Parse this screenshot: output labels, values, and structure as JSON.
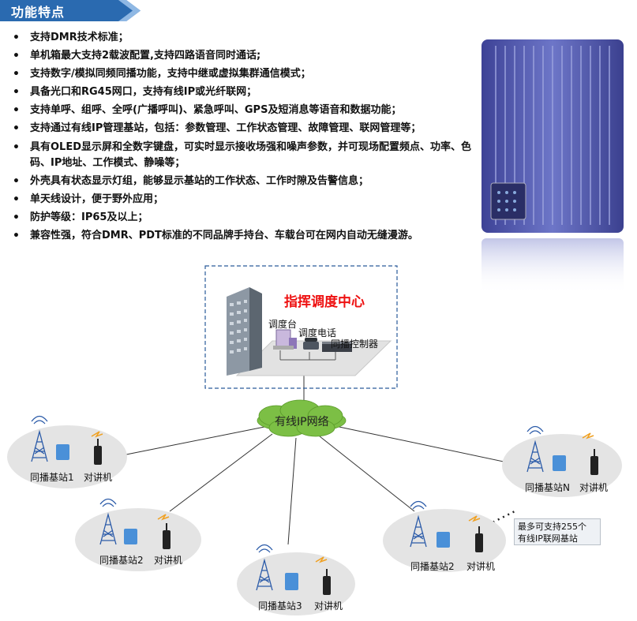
{
  "header": {
    "title": "功能特点"
  },
  "features": [
    "支持DMR技术标准；",
    "单机箱最大支持2载波配置,支持四路语音同时通话;",
    "支持数字/模拟同频同播功能，支持中继或虚拟集群通信模式；",
    "具备光口和RG45网口，支持有线IP或光纤联网；",
    "支持单呼、组呼、全呼(广播呼叫)、紧急呼叫、GPS及短消息等语音和数据功能；",
    "支持通过有线IP管理基站，包括：参数管理、工作状态管理、故障管理、联网管理等；",
    "具有OLED显示屏和全数字键盘，可实时显示接收场强和噪声参数，并可现场配置频点、功率、色码、IP地址、工作模式、静噪等；",
    "外壳具有状态显示灯组，能够显示基站的工作状态、工作时隙及告警信息；",
    "单天线设计，便于野外应用；",
    "防护等级：IP65及以上；",
    "兼容性强，符合DMR、PDT标准的不同品牌手持台、车载台可在网内自动无缝漫游。"
  ],
  "center": {
    "title": "指挥调度中心",
    "console_label": "调度台",
    "phone_label": "调度电话",
    "controller_label": "同播控制器"
  },
  "network": {
    "label": "有线IP网络"
  },
  "stations": [
    {
      "name": "同播基站1",
      "radio": "对讲机"
    },
    {
      "name": "同播基站2",
      "radio": "对讲机"
    },
    {
      "name": "同播基站3",
      "radio": "对讲机"
    },
    {
      "name": "同播基站2",
      "radio": "对讲机"
    },
    {
      "name": "同播基站N",
      "radio": "对讲机"
    }
  ],
  "note": {
    "line1": "最多可支持255个",
    "line2": "有线IP联网基站"
  },
  "colors": {
    "header_bg": "#2a6ab0",
    "title_red": "#e11111",
    "device_blue": "#5a63b8",
    "ellipse": "#e4e4e4"
  }
}
